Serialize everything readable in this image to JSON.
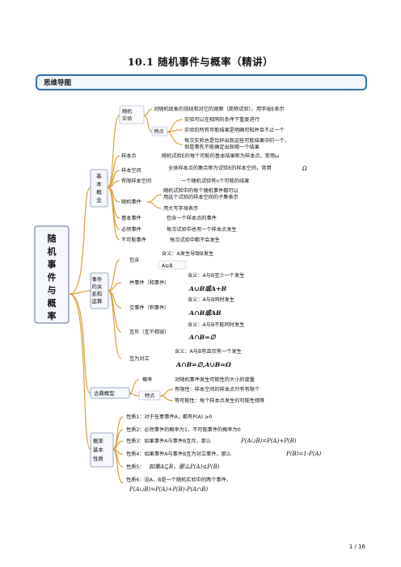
{
  "title": "10.1    随机事件与概率（精讲）",
  "section_header": "思维导图",
  "root": [
    "随",
    "机",
    "事",
    "件",
    "与",
    "概",
    "率"
  ],
  "branches": {
    "basic": {
      "label": [
        "基",
        "本",
        "概",
        "念"
      ],
      "experiment_label": [
        "随机",
        "实验"
      ],
      "experiment_desc": "对随机现象的视线和对它的观察（简称试验），用字母E表示",
      "features_label": "特点",
      "features": [
        "实验可以在相同的条件下重复进行",
        "实验的所有可能结果是明确可知并且不止一个",
        "每次实验总是恰好出现这些可能结果中的一个，",
        "但是事先不能确定出现哪一个结果"
      ],
      "sample_point_label": "样本点",
      "sample_point_desc": "随机试验E的每个可能的基本结果称为样本点，常用ω",
      "sample_space_label": "样本空间",
      "sample_space_desc": "全体样本点的集合称为试验E的样本空间，常用",
      "sample_space_symbol": "Ω",
      "finite_label": "有限样本空间",
      "finite_desc": "一个随机试验有n个可能的结果",
      "random_event_label": "随机事件",
      "random_event_desc": [
        "随机试验中的每个随机事件都可以",
        "用这个试验的样本空间的子集表示"
      ],
      "random_event_note": "用大写字母表示",
      "basic_event_label": "基本事件",
      "basic_event_desc": "包含一个样本点的事件",
      "certain_label": "必然事件",
      "certain_desc": "每次试验中总有一个样本点发生",
      "impossible_label": "不可能事件",
      "impossible_desc": "每次试验中都不会发生"
    },
    "relations": {
      "label": [
        "事件",
        "的关",
        "系和",
        "运算"
      ],
      "include_label": "包含",
      "include_desc": "含义：A发生导致B发生",
      "include_symbol": "A⊆B",
      "union_label": "并事件（和事件）",
      "union_desc": "含义：A与B至少一个发生",
      "union_formula": "A∪B或A+B",
      "intersect_label": "交事件（积事件）",
      "intersect_desc": "含义：A与B同时发生",
      "intersect_formula": "A∩B或AB",
      "exclusive_label": "互斥（互不相容）",
      "exclusive_desc": "含义：A与B不能同时发生",
      "exclusive_formula": "A∩B=∅",
      "opposite_label": "互为对立",
      "opposite_desc": "含义：A与B有且仅有一个发生",
      "opposite_formula": "A∩B=∅,A∪B=Ω"
    },
    "classical": {
      "label": "古典概型",
      "prob_label": "概率",
      "prob_desc": "对随机事件发生可能性的大小的度量",
      "features_label": "特点",
      "features": [
        "有限性：样本空间的样本点只有有限个",
        "等可能性：每个样本点发生的可能性相等"
      ]
    },
    "properties": {
      "label": [
        "概率",
        "基本",
        "性质"
      ],
      "items": [
        {
          "text": "性质1：对于任意事件A，都有P(A) ≥0",
          "formula": ""
        },
        {
          "text": "性质2：必然事件的概率为1，不可能事件的概率为0",
          "formula": ""
        },
        {
          "text": "性质3：如果事件A与事件B互斥，那么",
          "formula": "P(A∪B)=P(A)+P(B)"
        },
        {
          "text": "性质4：如果事件A与事件B互为对立事件，那么",
          "formula": "P(B)=1-P(A)"
        },
        {
          "text": "性质5：",
          "formula": "如果A⊆B，那么P(A)≤P(B)"
        },
        {
          "text": "性质6：设A、B是一个随机实验中的两个事件，",
          "formula": "P(A∪B)=P(A)+P(B)-P(A∩B)"
        }
      ]
    }
  },
  "page_number": "1 / 16",
  "colors": {
    "branch_line": "#d8a13a",
    "node_fill": "#f6f7fb",
    "node_stroke": "#7f92b5",
    "leaf_fill": "#fafbfd",
    "header_border": "#2f6fb3"
  }
}
